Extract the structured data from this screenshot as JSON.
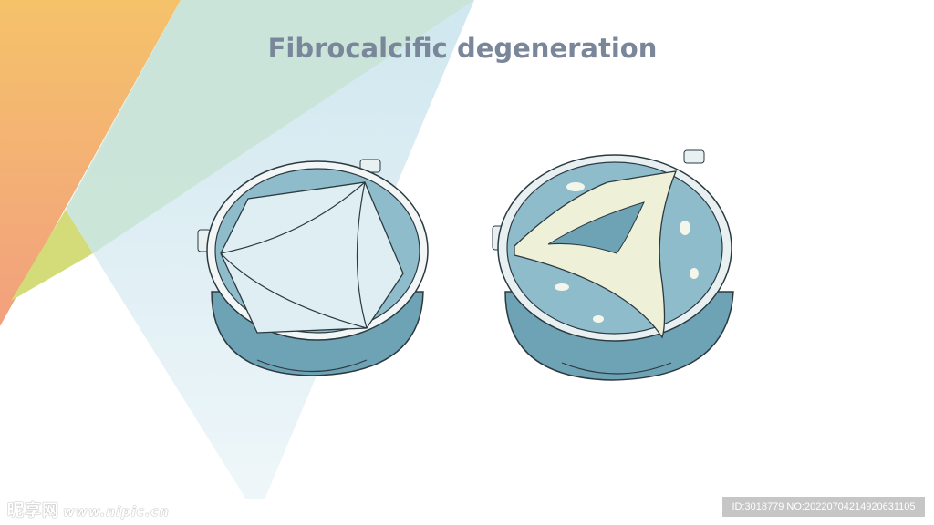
{
  "slide": {
    "title": "Fibrocalcific degeneration"
  },
  "watermark": {
    "logo_text": "昵享网",
    "site": "www.nipic.cn",
    "id_label": "ID:3018779 NO:20220704214920631105"
  },
  "colors": {
    "title": "#7a8699",
    "valve_blue": "#8fbccb",
    "valve_dark": "#5f9aae",
    "calcification": "#eef0d8"
  }
}
